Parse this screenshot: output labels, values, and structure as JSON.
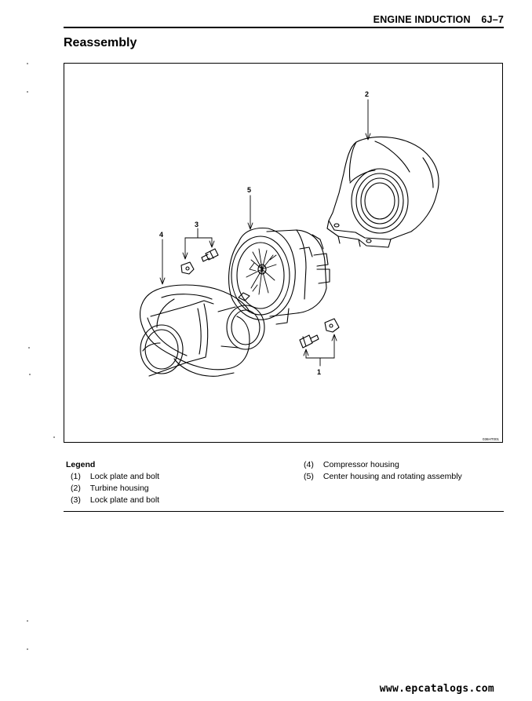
{
  "header": {
    "section": "ENGINE INDUCTION",
    "page": "6J–7"
  },
  "title": "Reassembly",
  "figure": {
    "code": "036HT001",
    "callouts": [
      "1",
      "2",
      "3",
      "4",
      "5"
    ]
  },
  "legend": {
    "title": "Legend",
    "left_items": [
      {
        "num": "(1)",
        "label": "Lock plate and bolt"
      },
      {
        "num": "(2)",
        "label": "Turbine housing"
      },
      {
        "num": "(3)",
        "label": "Lock plate and bolt"
      }
    ],
    "right_items": [
      {
        "num": "(4)",
        "label": "Compressor housing"
      },
      {
        "num": "(5)",
        "label": "Center housing and rotating assembly"
      }
    ]
  },
  "watermark": "www.epcatalogs.com"
}
